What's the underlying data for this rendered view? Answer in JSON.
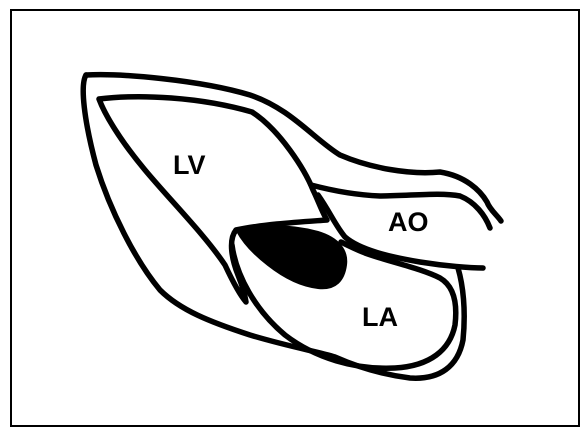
{
  "diagram": {
    "labels": {
      "left_ventricle": "LV",
      "aorta": "AO",
      "left_atrium": "LA"
    },
    "colors": {
      "line": "#000000",
      "mass_fill": "#000000",
      "background": "#ffffff",
      "frame": "#000000"
    }
  }
}
